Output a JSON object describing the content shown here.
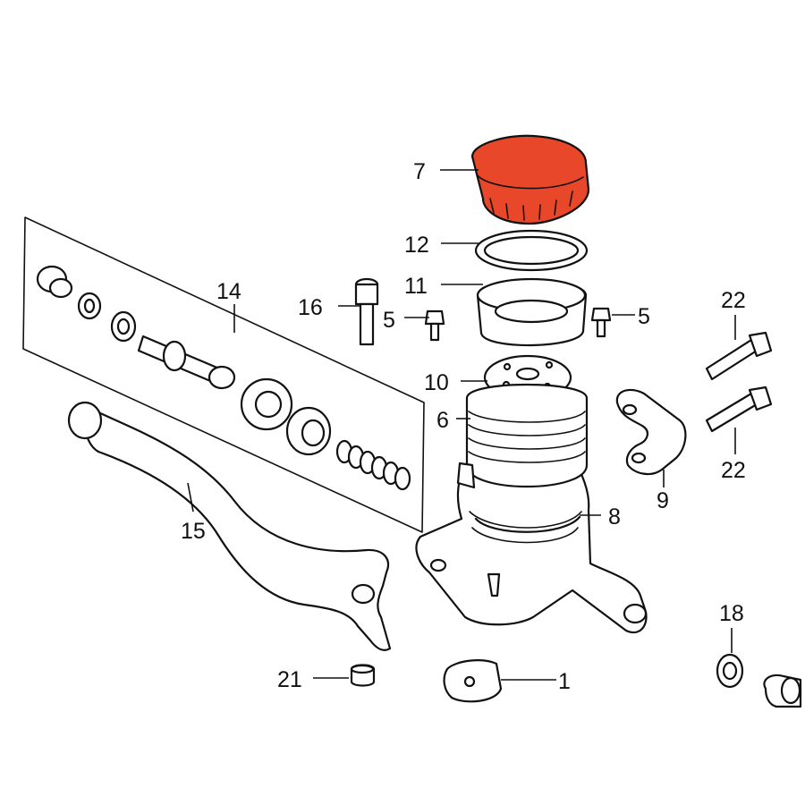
{
  "diagram": {
    "highlight_color": "#e8472a",
    "line_color": "#111111",
    "callouts": [
      {
        "id": "p7",
        "text": "7"
      },
      {
        "id": "p12",
        "text": "12"
      },
      {
        "id": "p11",
        "text": "11"
      },
      {
        "id": "p14",
        "text": "14"
      },
      {
        "id": "p16",
        "text": "16"
      },
      {
        "id": "p5a",
        "text": "5"
      },
      {
        "id": "p5b",
        "text": "5"
      },
      {
        "id": "p22a",
        "text": "22"
      },
      {
        "id": "p22b",
        "text": "22"
      },
      {
        "id": "p10",
        "text": "10"
      },
      {
        "id": "p6",
        "text": "6"
      },
      {
        "id": "p8",
        "text": "8"
      },
      {
        "id": "p9",
        "text": "9"
      },
      {
        "id": "p15",
        "text": "15"
      },
      {
        "id": "p18",
        "text": "18"
      },
      {
        "id": "p21",
        "text": "21"
      },
      {
        "id": "p1",
        "text": "1"
      }
    ]
  }
}
